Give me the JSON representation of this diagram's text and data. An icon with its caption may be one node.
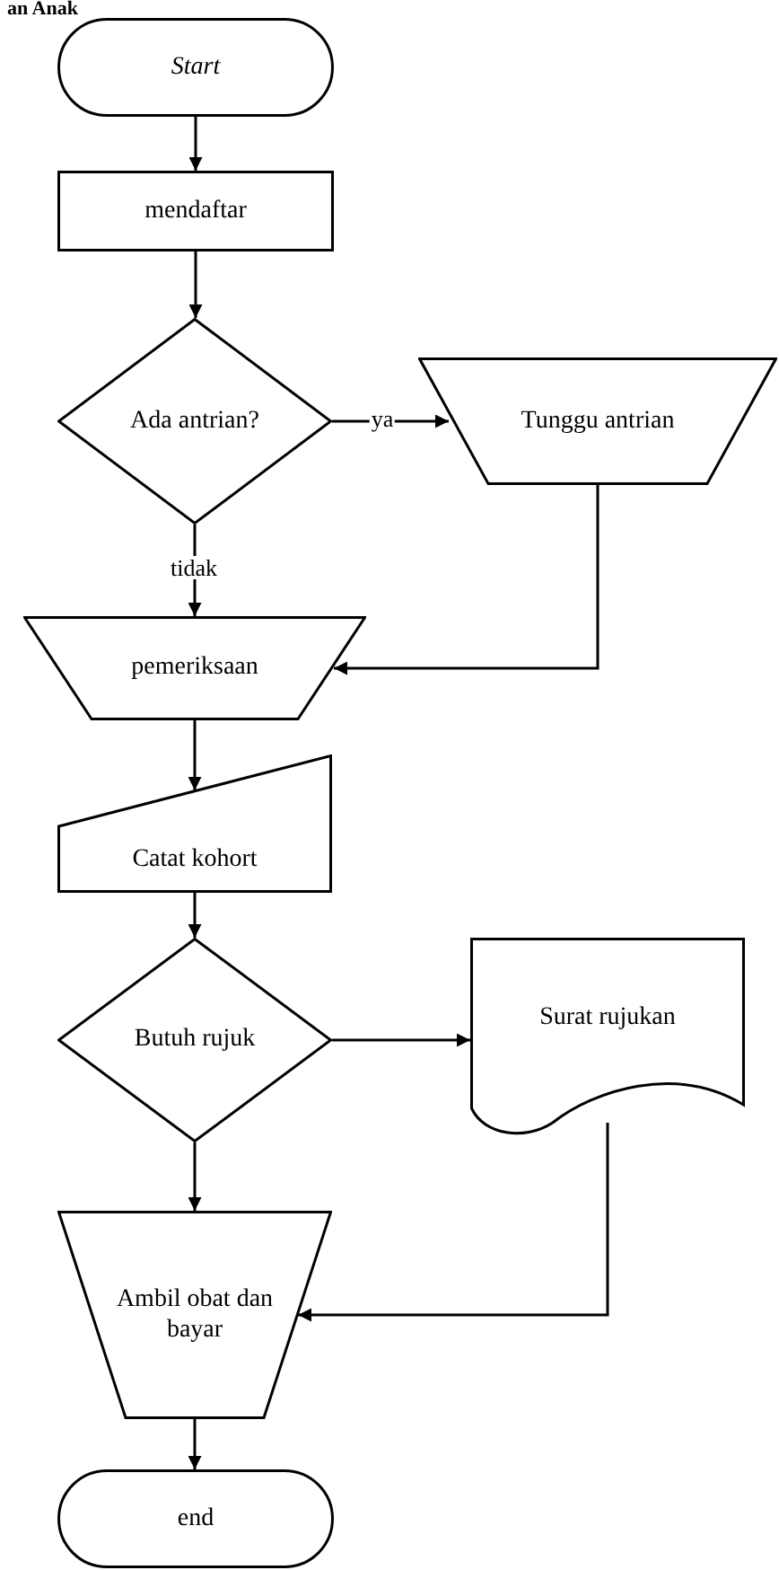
{
  "diagram": {
    "title": "an Anak",
    "nodes": [
      {
        "text": [
          "Start"
        ]
      },
      {
        "text": [
          "mendaftar"
        ]
      },
      {
        "text": [
          "Ada antrian?"
        ]
      },
      {
        "text": [
          "Tunggu antrian"
        ]
      },
      {
        "text": [
          "pemeriksaan"
        ]
      },
      {
        "text": [
          "Catat kohort"
        ]
      },
      {
        "text": [
          "Butuh rujuk"
        ]
      },
      {
        "text": [
          "Surat rujukan"
        ]
      },
      {
        "text": [
          "Ambil obat dan bayar"
        ]
      },
      {
        "text": [
          "end"
        ]
      }
    ],
    "edges": [
      {
        "from": 0,
        "to": 1,
        "arrow": "to"
      },
      {
        "from": 1,
        "to": 2,
        "arrow": "to"
      },
      {
        "from": 2,
        "to": 3,
        "arrow": "to",
        "label": "ya"
      },
      {
        "from": 2,
        "to": 4,
        "arrow": "to",
        "label": "tidak"
      },
      {
        "from": 3,
        "to": 4,
        "arrow": "to"
      },
      {
        "from": 4,
        "to": 5,
        "arrow": "to"
      },
      {
        "from": 5,
        "to": 6,
        "arrow": "to"
      },
      {
        "from": 6,
        "to": 7,
        "arrow": "to"
      },
      {
        "from": 6,
        "to": 8,
        "arrow": "to"
      },
      {
        "from": 7,
        "to": 8,
        "arrow": "to"
      },
      {
        "from": 8,
        "to": 9,
        "arrow": "to"
      }
    ]
  }
}
